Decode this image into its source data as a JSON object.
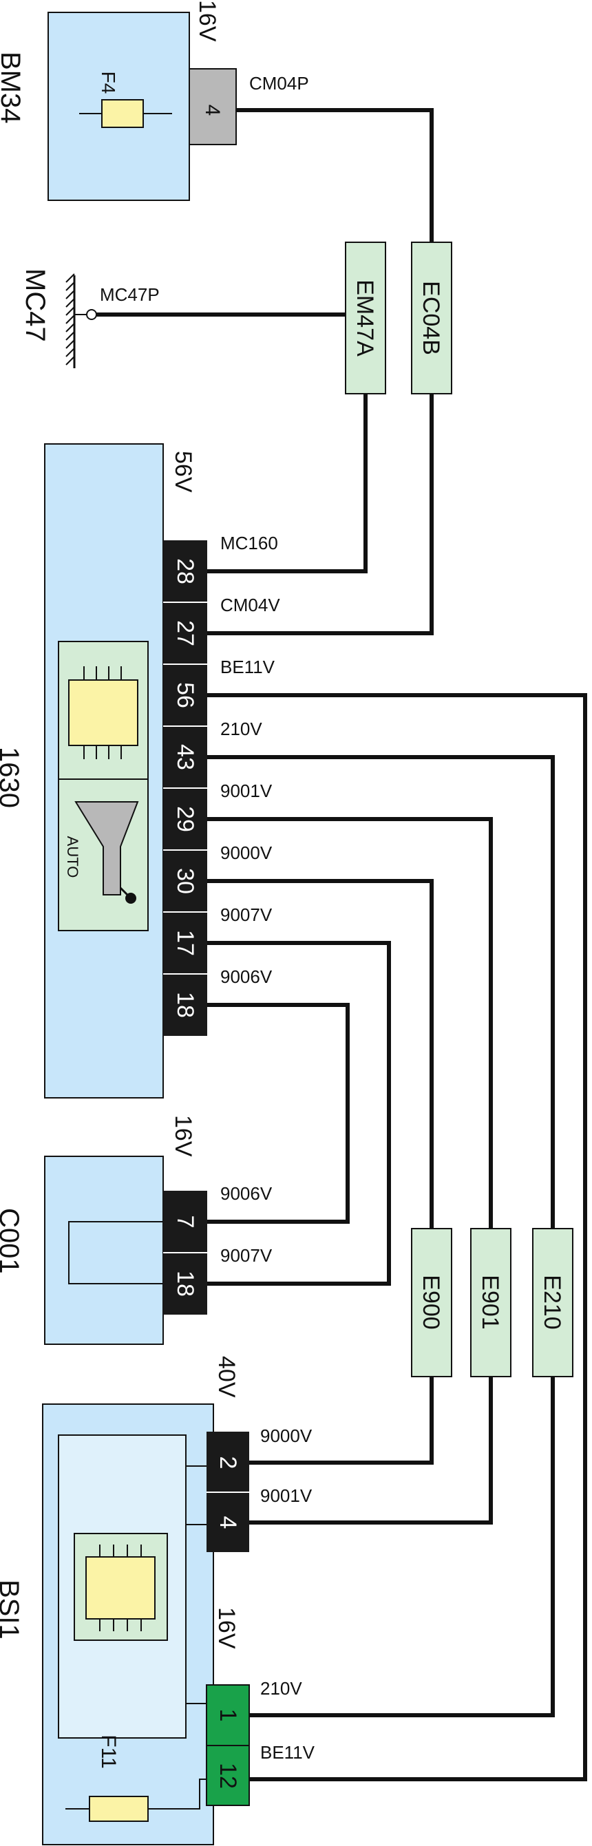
{
  "components": {
    "bm34": {
      "name": "BM34",
      "fuse": "F4",
      "connector_ways": "16V",
      "pin": "4"
    },
    "mc47": {
      "name": "MC47"
    },
    "c1630": {
      "name": "1630",
      "connector_ways": "56V",
      "pins": [
        "28",
        "27",
        "56",
        "43",
        "29",
        "30",
        "17",
        "18"
      ],
      "icon_text": "AUTO"
    },
    "c001": {
      "name": "C001",
      "connector_ways": "16V",
      "pins": [
        "7",
        "18"
      ]
    },
    "bsi1": {
      "name": "BSI1",
      "connector_a_ways": "40V",
      "connector_a_pins": [
        "2",
        "4"
      ],
      "connector_b_ways": "16V",
      "connector_b_pins": [
        "1",
        "12"
      ],
      "fuse": "F11"
    }
  },
  "interconnects": [
    "EM47A",
    "EC04B",
    "E900",
    "E901",
    "E210"
  ],
  "wires": {
    "cm04p": "CM04P",
    "mc47p": "MC47P",
    "mc160": "MC160",
    "cm04v": "CM04V",
    "be11v_a": "BE11V",
    "w210v_a": "210V",
    "w9001v_a": "9001V",
    "w9000v_a": "9000V",
    "w9007v_a": "9007V",
    "w9006v_a": "9006V",
    "w9006v_b": "9006V",
    "w9007v_b": "9007V",
    "w9000v_b": "9000V",
    "w9001v_b": "9001V",
    "w210v_b": "210V",
    "be11v_b": "BE11V"
  },
  "colors": {
    "component_fill": "#c8e6fa",
    "inner_fill": "#dff1fb",
    "interconnect_fill": "#d4ecd6",
    "fuse_fill": "#fbf3a6",
    "connector_black": "#1a1a1a",
    "connector_gray": "#b8b8b8",
    "connector_green": "#19a24a",
    "wire": "#111111"
  }
}
